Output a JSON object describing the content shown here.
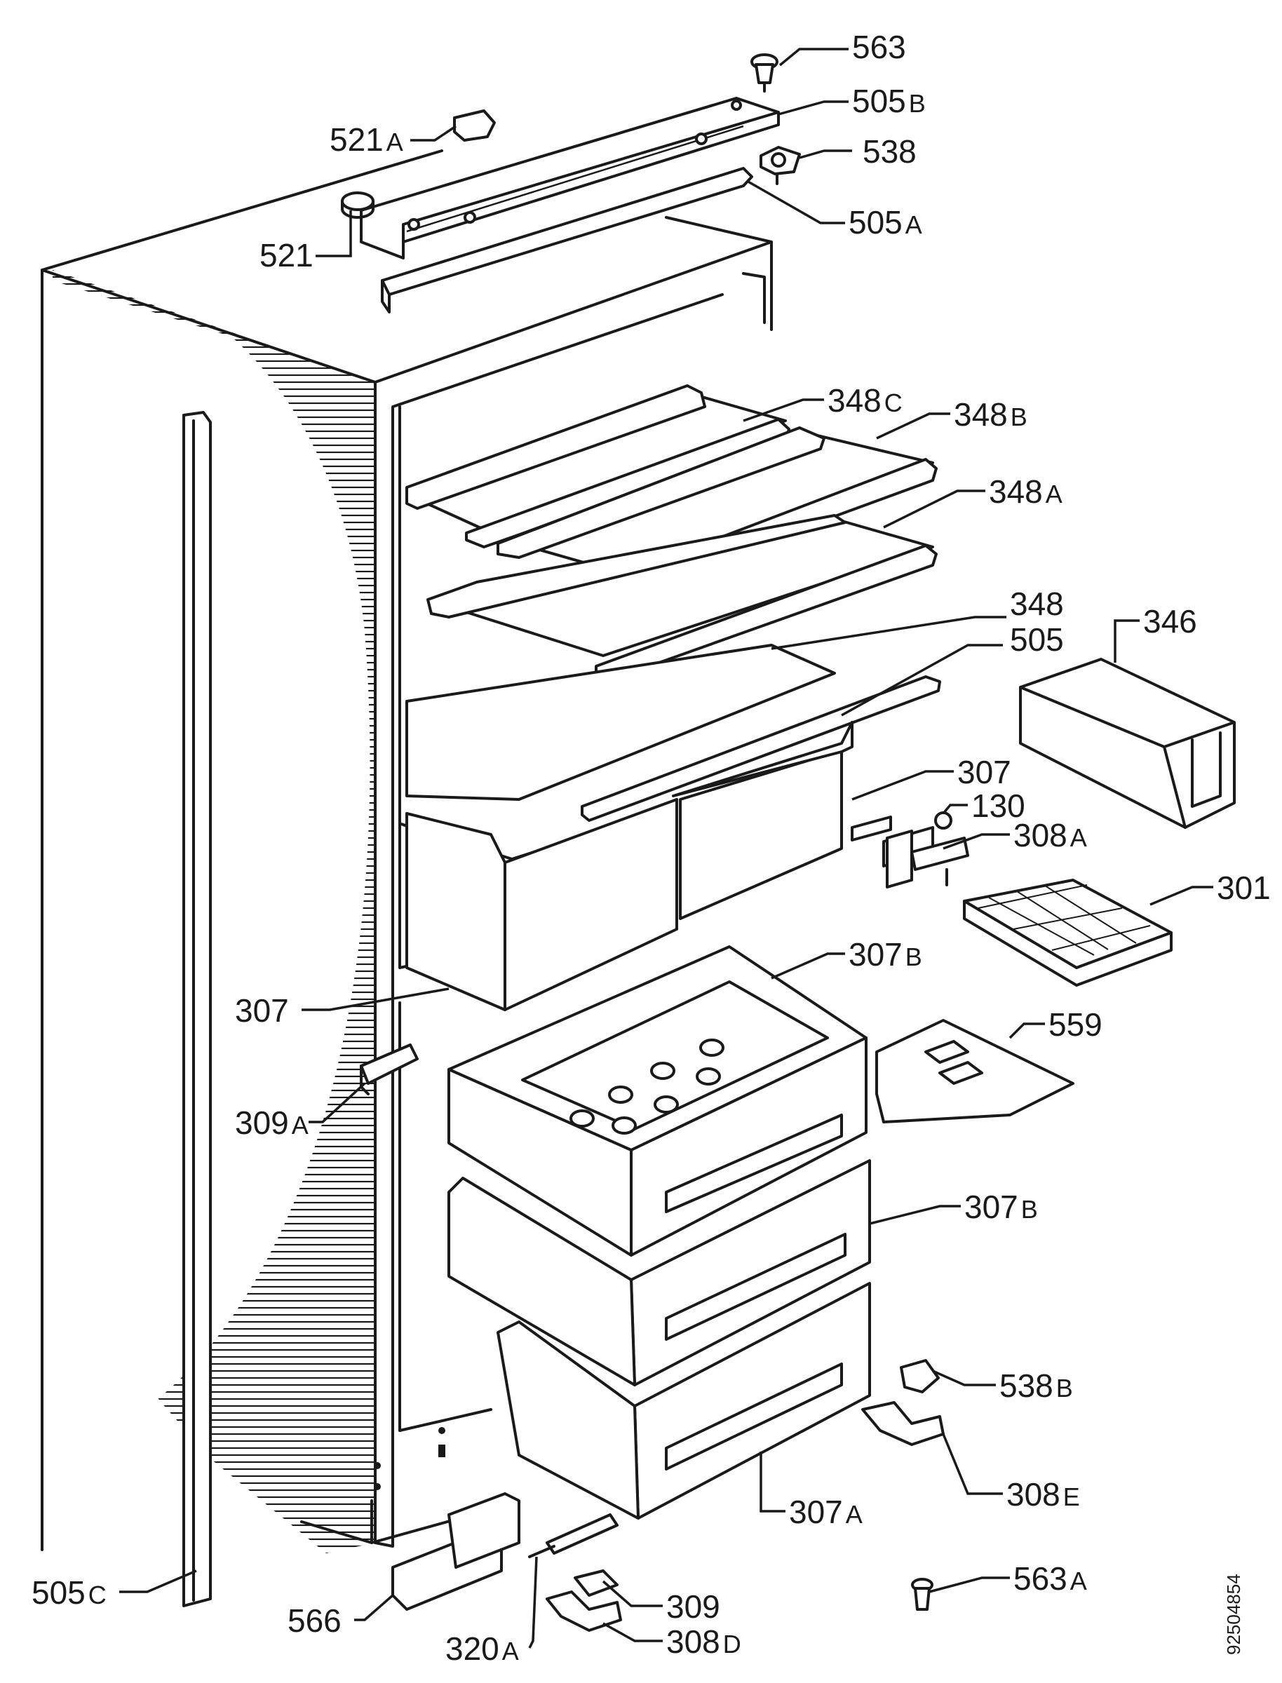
{
  "callouts": [
    {
      "id": "563-top",
      "num": "563",
      "suffix": ""
    },
    {
      "id": "505B",
      "num": "505",
      "suffix": "B"
    },
    {
      "id": "521A",
      "num": "521",
      "suffix": "A"
    },
    {
      "id": "538",
      "num": "538",
      "suffix": ""
    },
    {
      "id": "505A",
      "num": "505",
      "suffix": "A"
    },
    {
      "id": "521",
      "num": "521",
      "suffix": ""
    },
    {
      "id": "348C",
      "num": "348",
      "suffix": "C"
    },
    {
      "id": "348B",
      "num": "348",
      "suffix": "B"
    },
    {
      "id": "348A",
      "num": "348",
      "suffix": "A"
    },
    {
      "id": "348",
      "num": "348",
      "suffix": ""
    },
    {
      "id": "505",
      "num": "505",
      "suffix": ""
    },
    {
      "id": "346",
      "num": "346",
      "suffix": ""
    },
    {
      "id": "307-right",
      "num": "307",
      "suffix": ""
    },
    {
      "id": "130",
      "num": "130",
      "suffix": ""
    },
    {
      "id": "308A",
      "num": "308",
      "suffix": "A"
    },
    {
      "id": "301",
      "num": "301",
      "suffix": ""
    },
    {
      "id": "307B-top",
      "num": "307",
      "suffix": "B"
    },
    {
      "id": "307-left",
      "num": "307",
      "suffix": ""
    },
    {
      "id": "559",
      "num": "559",
      "suffix": ""
    },
    {
      "id": "309A",
      "num": "309",
      "suffix": "A"
    },
    {
      "id": "307B-mid",
      "num": "307",
      "suffix": "B"
    },
    {
      "id": "538B",
      "num": "538",
      "suffix": "B"
    },
    {
      "id": "307A",
      "num": "307",
      "suffix": "A"
    },
    {
      "id": "308E",
      "num": "308",
      "suffix": "E"
    },
    {
      "id": "505C",
      "num": "505",
      "suffix": "C"
    },
    {
      "id": "563A",
      "num": "563",
      "suffix": "A"
    },
    {
      "id": "309",
      "num": "309",
      "suffix": ""
    },
    {
      "id": "566",
      "num": "566",
      "suffix": ""
    },
    {
      "id": "320A",
      "num": "320",
      "suffix": "A"
    },
    {
      "id": "308D",
      "num": "308",
      "suffix": "D"
    }
  ],
  "drawing_code": "92504854"
}
